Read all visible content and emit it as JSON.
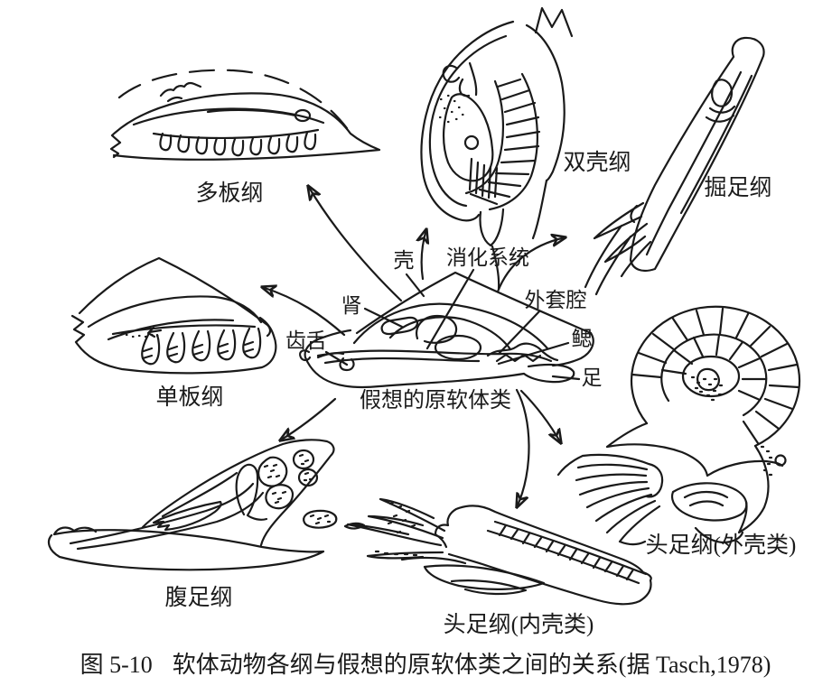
{
  "figure": {
    "label": "图 5-10",
    "title": "软体动物各纲与假想的原软体类之间的关系",
    "source": "(据 Tasch,1978)"
  },
  "ancestor": {
    "label": "假想的原软体类",
    "anatomy": {
      "shell": "壳",
      "digestive_system": "消化系统",
      "kidney": "肾",
      "radula": "齿舌",
      "mantle_cavity": "外套腔",
      "gill": "鳃",
      "foot": "足"
    }
  },
  "classes": {
    "polyplacophora": "多板纲",
    "bivalvia": "双壳纲",
    "scaphopoda": "掘足纲",
    "monoplacophora": "单板纲",
    "gastropoda": "腹足纲",
    "cephalopoda_endocochleate": "头足纲(内壳类)",
    "cephalopoda_ectocochleate": "头足纲(外壳类)"
  },
  "colors": {
    "ink": "#1a1a1a",
    "paper": "#ffffff"
  }
}
